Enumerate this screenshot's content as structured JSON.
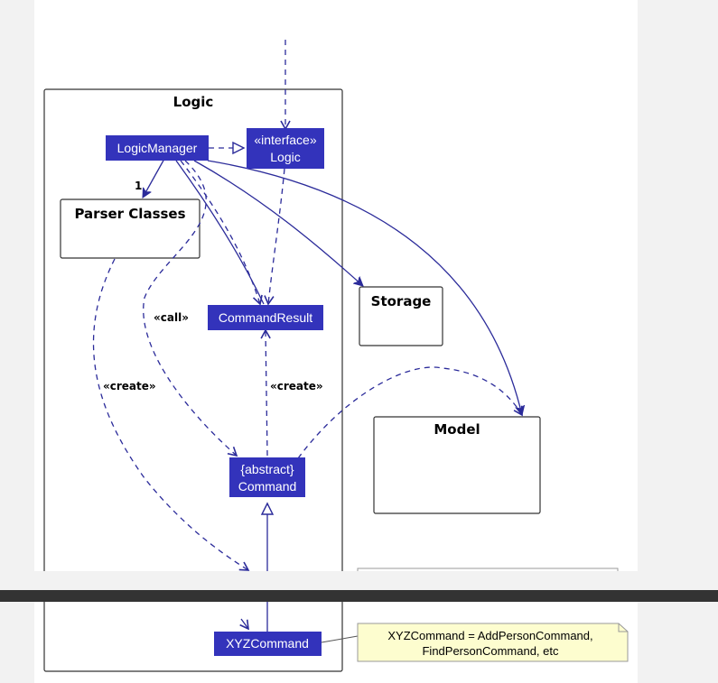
{
  "colors": {
    "accent": "#3333bb",
    "edge": "#2b2b9a",
    "note_fill": "#fdfdcf",
    "band": "#333333",
    "background": "#ffffff"
  },
  "diagram": {
    "logic_package": {
      "title": "Logic"
    },
    "nodes": {
      "logic_manager": "LogicManager",
      "logic_interface_stereotype": "«interface»",
      "logic_interface_name": "Logic",
      "parser_classes": "Parser Classes",
      "command_result": "CommandResult",
      "abstract_stereotype": "{abstract}",
      "abstract_name": "Command",
      "xyz_command": "XYZCommand",
      "storage": "Storage",
      "model": "Model"
    },
    "edge_labels": {
      "multiplicity": "1",
      "call": "«call»",
      "create_parser": "«create»",
      "create_result": "«create»"
    },
    "note": {
      "line1": "XYZCommand = AddPersonCommand,",
      "line2": "FindPersonCommand, etc"
    }
  }
}
